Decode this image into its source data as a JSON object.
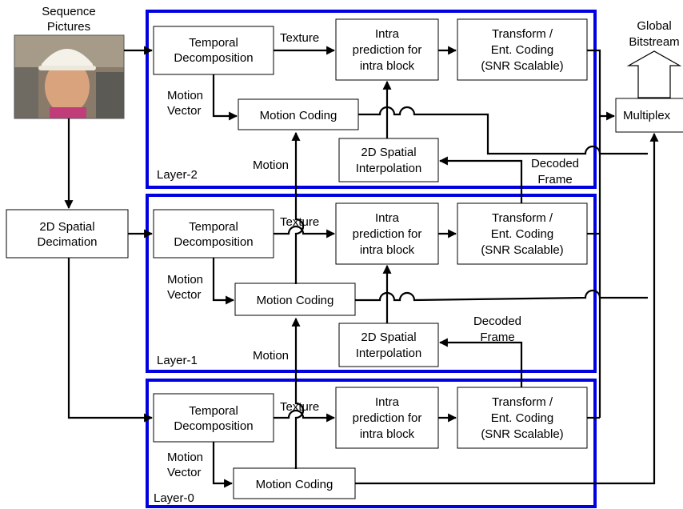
{
  "input": {
    "title_line1": "Sequence",
    "title_line2": "Pictures"
  },
  "decimation": {
    "line1": "2D Spatial",
    "line2": "Decimation"
  },
  "output": {
    "title_line1": "Global",
    "title_line2": "Bitstream",
    "multiplex": "Multiplex"
  },
  "layers": [
    {
      "name": "Layer-2",
      "temporal": [
        "Temporal",
        "Decomposition"
      ],
      "texture": "Texture",
      "intra": [
        "Intra",
        "prediction for",
        "intra block"
      ],
      "transform": [
        "Transform /",
        "Ent. Coding",
        "(SNR Scalable)"
      ],
      "motion_vector": [
        "Motion",
        "Vector"
      ],
      "motion_coding": "Motion Coding",
      "interp": [
        "2D Spatial",
        "Interpolation"
      ],
      "motion": "Motion",
      "decoded": [
        "Decoded",
        "Frame"
      ]
    },
    {
      "name": "Layer-1",
      "temporal": [
        "Temporal",
        "Decomposition"
      ],
      "texture": "Texture",
      "intra": [
        "Intra",
        "prediction for",
        "intra block"
      ],
      "transform": [
        "Transform /",
        "Ent. Coding",
        "(SNR Scalable)"
      ],
      "motion_vector": [
        "Motion",
        "Vector"
      ],
      "motion_coding": "Motion Coding",
      "interp": [
        "2D Spatial",
        "Interpolation"
      ],
      "motion": "Motion",
      "decoded": [
        "Decoded",
        "Frame"
      ]
    },
    {
      "name": "Layer-0",
      "temporal": [
        "Temporal",
        "Decomposition"
      ],
      "texture": "Texture",
      "intra": [
        "Intra",
        "prediction for",
        "intra block"
      ],
      "transform": [
        "Transform /",
        "Ent. Coding",
        "(SNR Scalable)"
      ],
      "motion_vector": [
        "Motion",
        "Vector"
      ],
      "motion_coding": "Motion Coding"
    }
  ],
  "colors": {
    "layer_border": "#0000e0",
    "line": "#000000",
    "box_fill": "#ffffff"
  }
}
